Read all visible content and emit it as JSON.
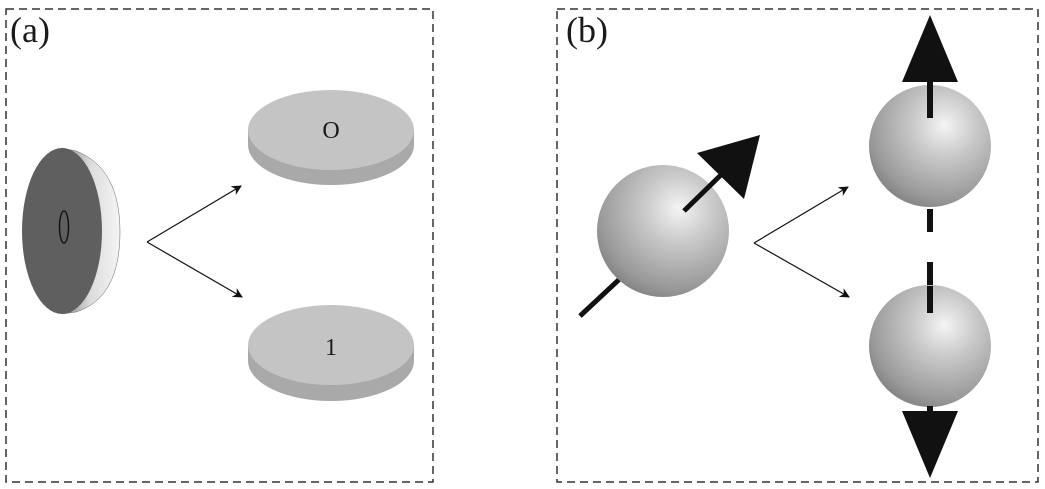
{
  "panels": [
    {
      "label": "(a)"
    },
    {
      "label": "(b)"
    }
  ],
  "coins": {
    "upright_face": "0",
    "top_face": "O",
    "bottom_face": "1"
  },
  "colors": {
    "frame": "#333333",
    "coin_face_dark": "#5f5f5f",
    "coin_top": "#c4c4c4",
    "coin_side": "#a9a9a9",
    "sphere_light": "#f2f2f2",
    "sphere_dark": "#7b7b7b",
    "arrow": "#111111"
  }
}
